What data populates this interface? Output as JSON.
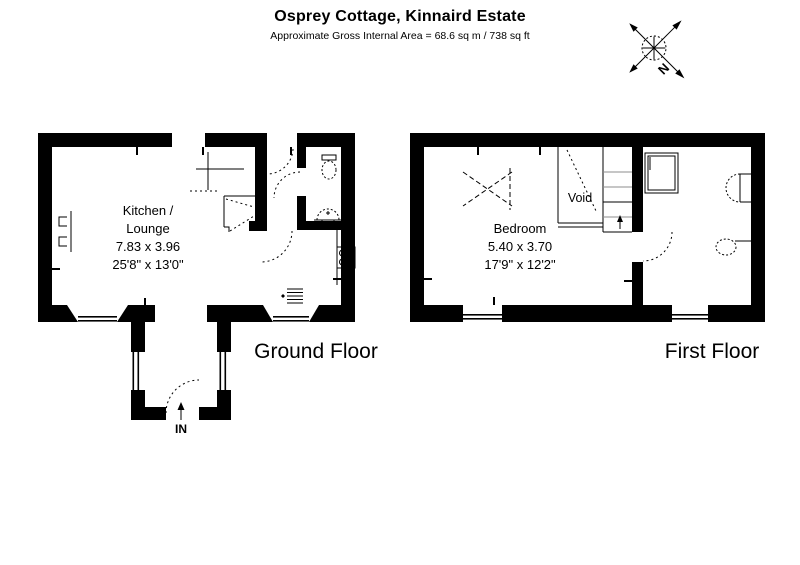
{
  "header": {
    "title": "Osprey Cottage, Kinnaird Estate",
    "subtitle": "Approximate Gross Internal Area = 68.6 sq m / 738 sq ft"
  },
  "compass": {
    "north_label": "N"
  },
  "ground_floor": {
    "label": "Ground Floor",
    "room": {
      "name_line1": "Kitchen /",
      "name_line2": "Lounge",
      "dimensions_metric": "7.83 x 3.96",
      "dimensions_imperial": "25'8\" x 13'0\""
    },
    "entrance_label": "IN"
  },
  "first_floor": {
    "label": "First Floor",
    "room": {
      "name": "Bedroom",
      "dimensions_metric": "5.40 x 3.70",
      "dimensions_imperial": "17'9\" x 12'2\""
    },
    "void_label": "Void"
  },
  "colors": {
    "wall": "#000000",
    "background": "#ffffff",
    "stair_line": "#8c8c8c"
  }
}
